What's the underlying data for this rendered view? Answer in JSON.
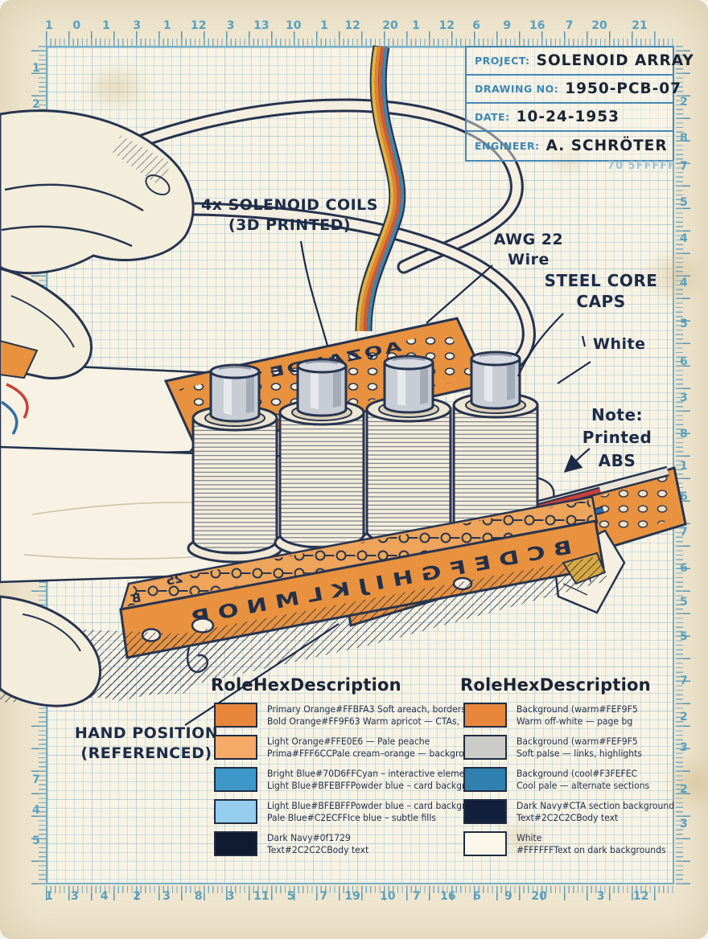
{
  "page": {
    "colors": {
      "paper_margin": "#F0E7D1",
      "graph_paper": "#F7F3E5",
      "grid_line": "#9FC4D6",
      "ruler_blue": "#57A0BE",
      "frame_blue": "#72AFC9",
      "ink_navy": "#1D2B47",
      "pcb_orange": "#E8923F",
      "coil_cream": "#F4EEDD",
      "cap_gray": "#C8CDD5"
    }
  },
  "title_block": {
    "rows": [
      {
        "label": "PROJECT:",
        "value": "SOLENOID ARRAY"
      },
      {
        "label": "DRAWING NO:",
        "value": "1950-PCB-07"
      },
      {
        "label": "DATE:",
        "value": "10-24-1953"
      },
      {
        "label": "ENGINEER:",
        "value": "A. SCHRÖTER"
      }
    ],
    "footnote": "70 5FFFFF"
  },
  "annotations": {
    "coils": {
      "lines": [
        "4x SOLENOID COILS",
        "(3D PRINTED)"
      ]
    },
    "wire": {
      "lines": [
        "AWG 22",
        "Wire"
      ]
    },
    "caps": {
      "lines": [
        "STEEL CORE",
        "CAPS"
      ]
    },
    "white": {
      "lines": [
        "White"
      ]
    },
    "note": {
      "lines": [
        "Note:",
        "Printed",
        "ABS"
      ]
    },
    "hand": {
      "lines": [
        "HAND POSITION",
        "(REFERENCED)"
      ]
    }
  },
  "pcb": {
    "upper_text": "AQZAHDE",
    "lower_letters": "B C D E F G H I J K L M N O P",
    "mark_25": "25",
    "mark_b": "B"
  },
  "rulers": {
    "top": [
      {
        "t": "1",
        "p": 0.5
      },
      {
        "t": "0",
        "p": 4.9
      },
      {
        "t": "1",
        "p": 9.6
      },
      {
        "t": "3",
        "p": 14.5
      },
      {
        "t": "1",
        "p": 19.3
      },
      {
        "t": "12",
        "p": 24.3
      },
      {
        "t": "3",
        "p": 29.4
      },
      {
        "t": "13",
        "p": 34.3
      },
      {
        "t": "10",
        "p": 39.4
      },
      {
        "t": "1",
        "p": 44.3
      },
      {
        "t": "12",
        "p": 48.8
      },
      {
        "t": "20",
        "p": 54.8
      },
      {
        "t": "1",
        "p": 58.9
      },
      {
        "t": "12",
        "p": 63.8
      },
      {
        "t": "6",
        "p": 68.5
      },
      {
        "t": "9",
        "p": 73.4
      },
      {
        "t": "16",
        "p": 78.2
      },
      {
        "t": "7",
        "p": 83.3
      },
      {
        "t": "20",
        "p": 88.1
      },
      {
        "t": "21",
        "p": 94.5
      }
    ],
    "bottom": [
      {
        "t": "1",
        "p": 0.5
      },
      {
        "t": "3",
        "p": 4.6
      },
      {
        "t": "4",
        "p": 9.3
      },
      {
        "t": "2",
        "p": 14.5
      },
      {
        "t": "3",
        "p": 19.2
      },
      {
        "t": "8",
        "p": 24.3
      },
      {
        "t": "3",
        "p": 29.4
      },
      {
        "t": "11",
        "p": 34.3
      },
      {
        "t": "5",
        "p": 39.0
      },
      {
        "t": "7",
        "p": 44.2
      },
      {
        "t": "19",
        "p": 48.8
      },
      {
        "t": "10",
        "p": 54.4
      },
      {
        "t": "7",
        "p": 59.0
      },
      {
        "t": "16",
        "p": 64.0
      },
      {
        "t": "6",
        "p": 68.6
      },
      {
        "t": "9",
        "p": 73.6
      },
      {
        "t": "20",
        "p": 78.5
      },
      {
        "t": "3",
        "p": 88.3
      },
      {
        "t": "12",
        "p": 94.7
      }
    ],
    "left": [
      {
        "t": "1",
        "p": 2.7
      },
      {
        "t": "2",
        "p": 7.0
      },
      {
        "t": "7",
        "p": 87.5
      },
      {
        "t": "4",
        "p": 91.2
      },
      {
        "t": "5",
        "p": 94.8
      }
    ],
    "right": [
      {
        "t": "2",
        "p": 6.7
      },
      {
        "t": "8",
        "p": 11.0
      },
      {
        "t": "7",
        "p": 14.4
      },
      {
        "t": "5",
        "p": 18.7
      },
      {
        "t": "4",
        "p": 23.0
      },
      {
        "t": "4",
        "p": 28.3
      },
      {
        "t": "5",
        "p": 33.2
      },
      {
        "t": "6",
        "p": 37.7
      },
      {
        "t": "3",
        "p": 42.0
      },
      {
        "t": "8",
        "p": 46.3
      },
      {
        "t": "1",
        "p": 50.1
      },
      {
        "t": "6",
        "p": 53.8
      },
      {
        "t": "7",
        "p": 58.0
      },
      {
        "t": "6",
        "p": 62.3
      },
      {
        "t": "5",
        "p": 66.3
      },
      {
        "t": "5",
        "p": 70.5
      },
      {
        "t": "7",
        "p": 75.7
      },
      {
        "t": "2",
        "p": 80.1
      },
      {
        "t": "3",
        "p": 83.7
      },
      {
        "t": "2",
        "p": 88.7
      },
      {
        "t": "3",
        "p": 92.8
      }
    ]
  },
  "legend": {
    "tables": [
      {
        "header": "RoleHexDescription",
        "rows": [
          {
            "color": "#E8873C",
            "line1": "Primary Orange#FFBFA3 Soft areach, borders",
            "line2": "Bold Orange#FF9F63 Warm apricot — CTAs,"
          },
          {
            "color": "#F7A968",
            "line1": "Light Orange#FFE0E6 — Pale peache",
            "line2": "Prima#FFF6CCPale cream–orange — backgrounds"
          },
          {
            "color": "#3D98C9",
            "line1": "Bright Blue#70D6FFCyan – interactive elements",
            "line2": "Light Blue#BFEBFFPowder blue – card backgrounds"
          },
          {
            "color": "#94CDEE",
            "line1": "Light Blue#BFEBFFPowder blue – card backgrounds",
            "line2": "Pale Blue#C2ECFFIce blue – subtle fills"
          },
          {
            "color": "#101B32",
            "line1": "Dark Navy#0f1729",
            "line2": "Text#2C2C2CBody text"
          }
        ]
      },
      {
        "header": "RoleHexDescription",
        "rows": [
          {
            "color": "#E8873C",
            "line1": "Background (warm#FEF9F5",
            "line2": "Warm off-white — page bg"
          },
          {
            "color": "#CBCBC7",
            "line1": "Background (warm#FEF9F5",
            "line2": "Soft palse — links, highlights"
          },
          {
            "color": "#2F80AE",
            "line1": "Background (cool#F3FEFEC",
            "line2": "Cool pale — alternate sections"
          },
          {
            "color": "#13203C",
            "line1": "Dark Navy#CTA section background",
            "line2": "Text#2C2C2CBody text"
          },
          {
            "color": "#FBF7EA",
            "line1": "White",
            "line2": "#FFFFFFText on dark backgrounds"
          }
        ]
      }
    ]
  }
}
